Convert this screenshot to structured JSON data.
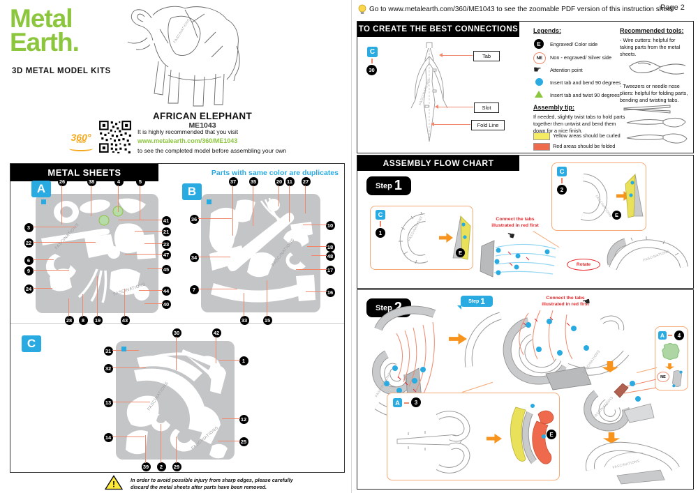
{
  "page": {
    "label": "Page 2"
  },
  "banner": {
    "text": "Go to www.metalearth.com/360/ME1043 to see the zoomable PDF version of this instruction sheet"
  },
  "brand": {
    "line1": "Metal",
    "line2": "Earth.",
    "tagline": "3D METAL MODEL KITS"
  },
  "product": {
    "title": "AFRICAN ELEPHANT",
    "sku": "ME1043",
    "rec1": "It is highly recommended that you visit",
    "url": "www.metalearth.com/360/ME1043",
    "rec2": "to see the completed model before assembling your own",
    "badge_360": "360°",
    "badge_view": "view"
  },
  "watermark": "FASCINATIONS",
  "symbols": {
    "e": "E",
    "ne": "NE"
  },
  "palette": {
    "brand_green": "#8CC63E",
    "cyan": "#29ABE2",
    "leader_orange": "#F0876B",
    "arrow_orange": "#F7941E",
    "note_red": "#E8262A",
    "part_yellow": "#E9E15A",
    "part_red": "#EF6A4C",
    "part_green": "#AED6A4",
    "sheet_gray": "#C4C5C7"
  },
  "metal_sheets": {
    "header": "METAL SHEETS",
    "note": "Parts with same color are duplicates",
    "sheet_a": {
      "label": "A",
      "parts_top": [
        "26",
        "38",
        "4",
        "5"
      ],
      "parts_left": [
        "3",
        "22",
        "6",
        "9",
        "24"
      ],
      "parts_right": [
        "41",
        "21",
        "23",
        "47",
        "45",
        "44",
        "40"
      ],
      "parts_bottom": [
        "28",
        "8",
        "19",
        "43"
      ]
    },
    "sheet_b": {
      "label": "B",
      "parts_top": [
        "37",
        "35",
        "20",
        "11",
        "27"
      ],
      "parts_left": [
        "36",
        "34",
        "7"
      ],
      "parts_right": [
        "10",
        "18",
        "48",
        "17",
        "16"
      ],
      "parts_bottom": [
        "33",
        "15"
      ]
    },
    "sheet_c": {
      "label": "C",
      "parts_top": [
        "30",
        "42"
      ],
      "parts_left": [
        "31",
        "32",
        "13",
        "14"
      ],
      "parts_right": [
        "1",
        "12",
        "25"
      ],
      "parts_bottom": [
        "39",
        "2",
        "29"
      ]
    }
  },
  "warning": {
    "mark": "!",
    "line1": "In order to avoid possible injury from sharp edges, please carefully",
    "line2": "discard the metal sheets after parts have been removed."
  },
  "connections": {
    "header": "TO CREATE THE BEST CONNECTIONS",
    "sample_sheet": "C",
    "sample_part": "30",
    "tab": "Tab",
    "slot": "Slot",
    "fold": "Fold Line",
    "legends_title": "Legends:",
    "leg_e": "Engraved/ Color side",
    "leg_ne": "Non - engraved/ Silver side",
    "leg_attention": "Attention point",
    "leg_bend": "Insert tab and bend 90 degrees",
    "leg_twist": "Insert tab and twist 90 degrees",
    "tip_title": "Assembly tip:",
    "tip_text": "If needed, slightly twist tabs to hold parts together then untwist and bend them down for a nice finish.",
    "tip_yellow": "Yellow areas should be curled",
    "tip_red": "Red areas should be folded",
    "tools_title": "Recommended tools:",
    "tool1": "- Wire cutters: helpful for taking parts from the metal sheets.",
    "tool2": "- Tweezers or needle nose pliers: helpful for folding parts, bending and twisting tabs."
  },
  "flow": {
    "header": "ASSEMBLY FLOW CHART",
    "step_word": "Step",
    "step1_num": "1",
    "step2_num": "2",
    "c1_sheet": "C",
    "c1_part": "1",
    "c2_sheet": "C",
    "c2_part": "2",
    "connect_note": "Connect the tabs illustrated in red first",
    "rotate": "Rotate",
    "a3_sheet": "A",
    "a3_part": "3",
    "a4_sheet": "A",
    "a4_part": "4"
  }
}
